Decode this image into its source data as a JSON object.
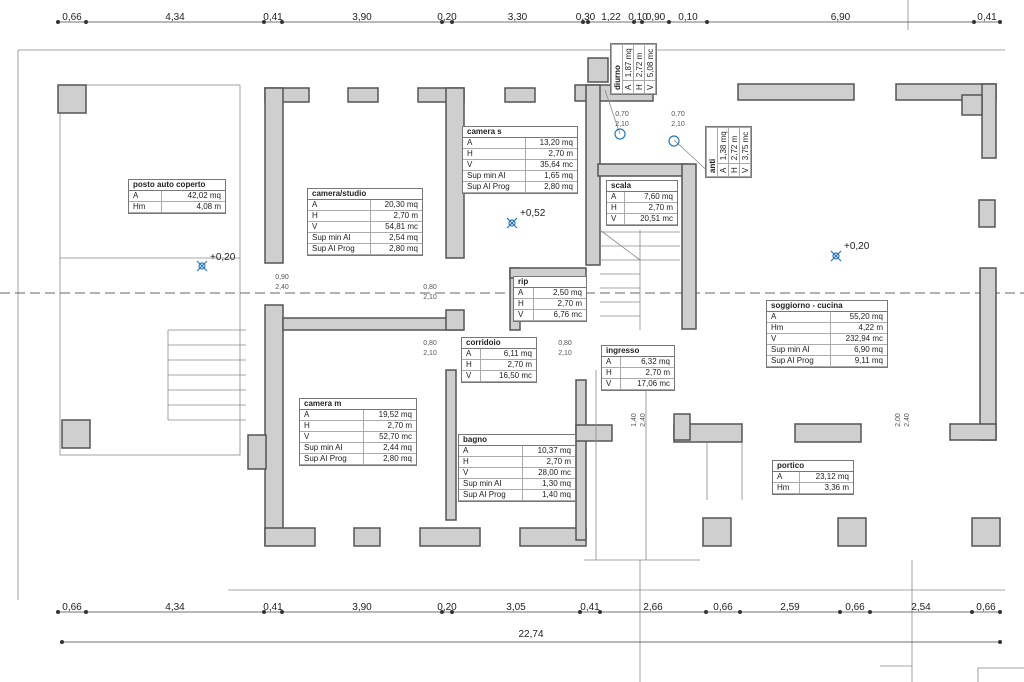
{
  "plan": {
    "dims_top": [
      "0,66",
      "4,34",
      "0,41",
      "3,90",
      "0,20",
      "3,30",
      "0,30",
      "1,22",
      "0,10",
      "0,90",
      "0,10",
      "6,90",
      "0,41"
    ],
    "dims_bottom": [
      "0,66",
      "4,34",
      "0,41",
      "3,90",
      "0,20",
      "3,05",
      "0,41",
      "2,66",
      "0,66",
      "2,59",
      "0,66",
      "2,54",
      "0,66"
    ],
    "total_width": "22,74",
    "levels": [
      "+0,20",
      "+0,52",
      "+0,20"
    ],
    "openings": [
      {
        "a": "0,90",
        "b": "2,40"
      },
      {
        "a": "0,80",
        "b": "2,10"
      },
      {
        "a": "0,70",
        "b": "2,10"
      },
      {
        "a": "0,70",
        "b": "2,10"
      },
      {
        "a": "0,80",
        "b": "2,10"
      },
      {
        "a": "0,80",
        "b": "2,10"
      },
      {
        "a": "2,00",
        "b": "2,40"
      },
      {
        "a": "1,40",
        "b": "2,40"
      }
    ],
    "rooms": [
      {
        "name": "posto auto coperto",
        "rows": [
          [
            "A",
            "42,02 mq"
          ],
          [
            "Hm",
            "4,08 m"
          ]
        ]
      },
      {
        "name": "camera/studio",
        "rows": [
          [
            "A",
            "20,30 mq"
          ],
          [
            "H",
            "2,70 m"
          ],
          [
            "V",
            "54,81 mc"
          ],
          [
            "Sup min AI",
            "2,54 mq"
          ],
          [
            "Sup AI Prog",
            "2,80 mq"
          ]
        ]
      },
      {
        "name": "camera s",
        "rows": [
          [
            "A",
            "13,20 mq"
          ],
          [
            "H",
            "2,70 m"
          ],
          [
            "V",
            "35,64 mc"
          ],
          [
            "Sup min AI",
            "1,65 mq"
          ],
          [
            "Sup AI Prog",
            "2,80 mq"
          ]
        ]
      },
      {
        "name": "scala",
        "rows": [
          [
            "A",
            "7,60 mq"
          ],
          [
            "H",
            "2,70 m"
          ],
          [
            "V",
            "20,51 mc"
          ]
        ]
      },
      {
        "name": "rip",
        "rows": [
          [
            "A",
            "2,50 mq"
          ],
          [
            "H",
            "2,70 m"
          ],
          [
            "V",
            "6,76 mc"
          ]
        ]
      },
      {
        "name": "corridoio",
        "rows": [
          [
            "A",
            "6,11 mq"
          ],
          [
            "H",
            "2,70 m"
          ],
          [
            "V",
            "16,50 mc"
          ]
        ]
      },
      {
        "name": "ingresso",
        "rows": [
          [
            "A",
            "6,32 mq"
          ],
          [
            "H",
            "2,70 m"
          ],
          [
            "V",
            "17,06 mc"
          ]
        ]
      },
      {
        "name": "camera m",
        "rows": [
          [
            "A",
            "19,52 mq"
          ],
          [
            "H",
            "2,70 m"
          ],
          [
            "V",
            "52,70 mc"
          ],
          [
            "Sup min AI",
            "2,44 mq"
          ],
          [
            "Sup AI Prog",
            "2,80 mq"
          ]
        ]
      },
      {
        "name": "bagno",
        "rows": [
          [
            "A",
            "10,37 mq"
          ],
          [
            "H",
            "2,70 m"
          ],
          [
            "V",
            "28,00 mc"
          ],
          [
            "Sup min AI",
            "1,30 mq"
          ],
          [
            "Sup AI Prog",
            "1,40 mq"
          ]
        ]
      },
      {
        "name": "soggiorno - cucina",
        "rows": [
          [
            "A",
            "55,20 mq"
          ],
          [
            "Hm",
            "4,22 m"
          ],
          [
            "V",
            "232,94 mc"
          ],
          [
            "Sup min AI",
            "6,90 mq"
          ],
          [
            "Sup AI Prog",
            "9,11 mq"
          ]
        ]
      },
      {
        "name": "portico",
        "rows": [
          [
            "A",
            "23,12 mq"
          ],
          [
            "Hm",
            "3,36 m"
          ]
        ]
      }
    ],
    "vertical_tables": [
      {
        "name": "diurno",
        "rows": [
          [
            "A",
            "1,87 mq"
          ],
          [
            "H",
            "2,72 m"
          ],
          [
            "V",
            "5,08 mc"
          ]
        ]
      },
      {
        "name": "anti",
        "rows": [
          [
            "A",
            "1,38 mq"
          ],
          [
            "H",
            "2,72 m"
          ],
          [
            "V",
            "3,75 mc"
          ]
        ]
      }
    ]
  }
}
